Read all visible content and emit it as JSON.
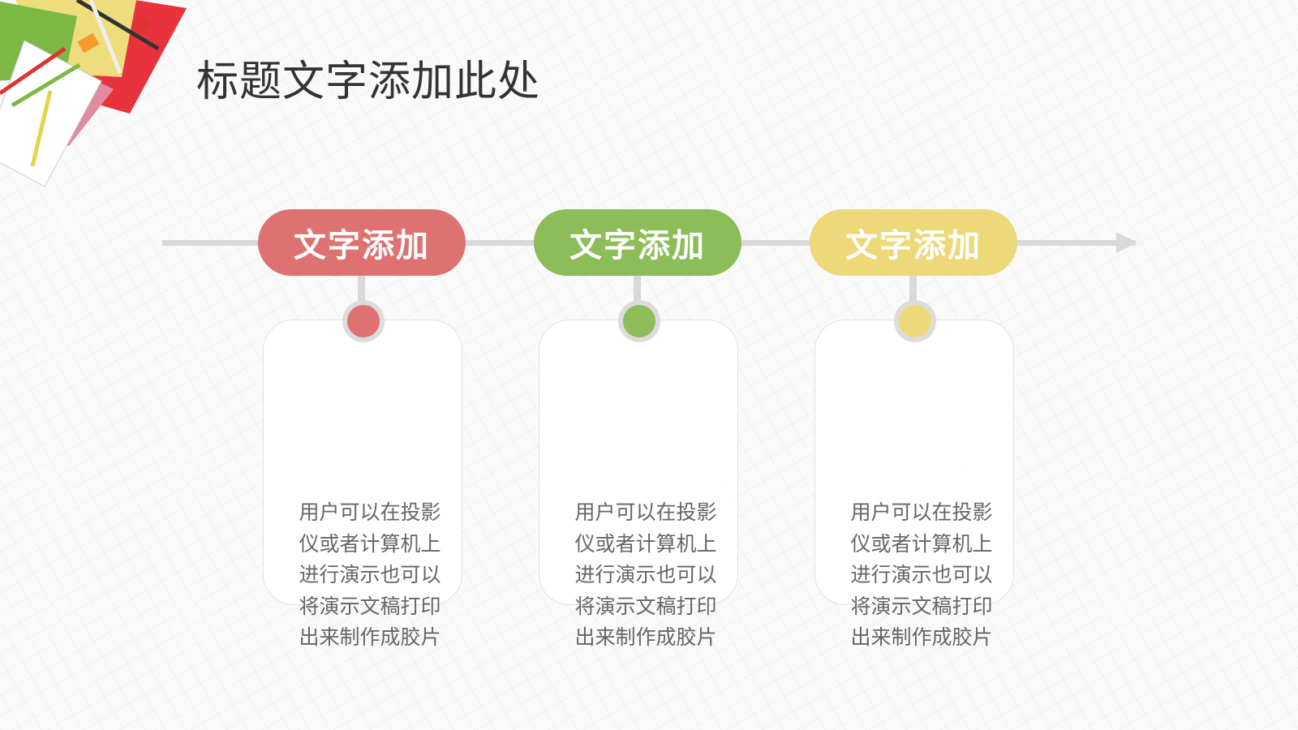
{
  "title": "标题文字添加此处",
  "decoration": {
    "watermark": "https://ppt..."
  },
  "steps": [
    {
      "label": "文字添加",
      "color": "#de7171",
      "body": "用户可以在投影仪或者计算机上进行演示也可以将演示文稿打印出来制作成胶片"
    },
    {
      "label": "文字添加",
      "color": "#8cbd58",
      "body": "用户可以在投影仪或者计算机上进行演示也可以将演示文稿打印出来制作成胶片"
    },
    {
      "label": "文字添加",
      "color": "#eed97a",
      "body": "用户可以在投影仪或者计算机上进行演示也可以将演示文稿打印出来制作成胶片"
    }
  ]
}
